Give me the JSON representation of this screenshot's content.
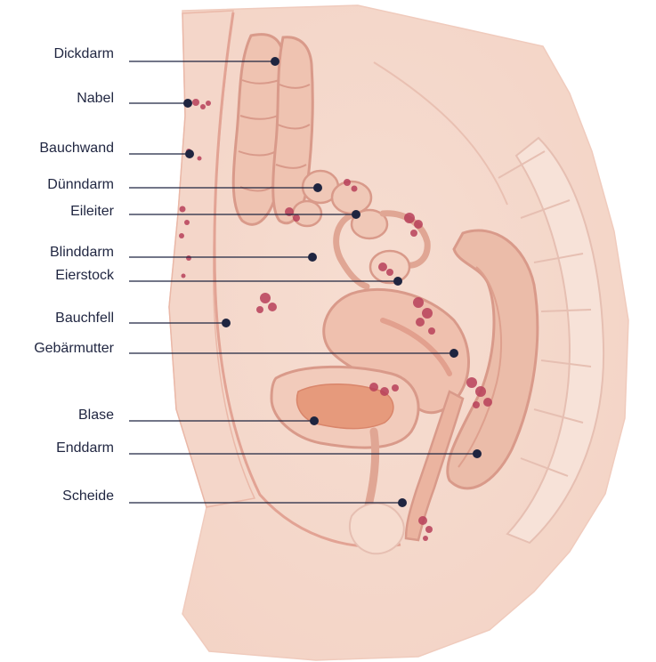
{
  "diagram": {
    "labels": [
      {
        "key": "dickdarm",
        "text": "Dickdarm"
      },
      {
        "key": "nabel",
        "text": "Nabel"
      },
      {
        "key": "bauchwand",
        "text": "Bauchwand"
      },
      {
        "key": "duenndarm",
        "text": "Dünndarm"
      },
      {
        "key": "eileiter",
        "text": "Eileiter"
      },
      {
        "key": "blinddarm",
        "text": "Blinddarm"
      },
      {
        "key": "eierstock",
        "text": "Eierstock"
      },
      {
        "key": "bauchfell",
        "text": "Bauchfell"
      },
      {
        "key": "gebaermutter",
        "text": "Gebärmutter"
      },
      {
        "key": "blase",
        "text": "Blase"
      },
      {
        "key": "enddarm",
        "text": "Enddarm"
      },
      {
        "key": "scheide",
        "text": "Scheide"
      }
    ],
    "colors": {
      "leader": "#1f2540",
      "skin": "#f7e3d8",
      "tissue": "#f1cdbf",
      "organ_outline": "#d99a8a",
      "organ_fill": "#ecb9a6",
      "bladder": "#e69a7c",
      "lesion": "#b8405a"
    }
  }
}
